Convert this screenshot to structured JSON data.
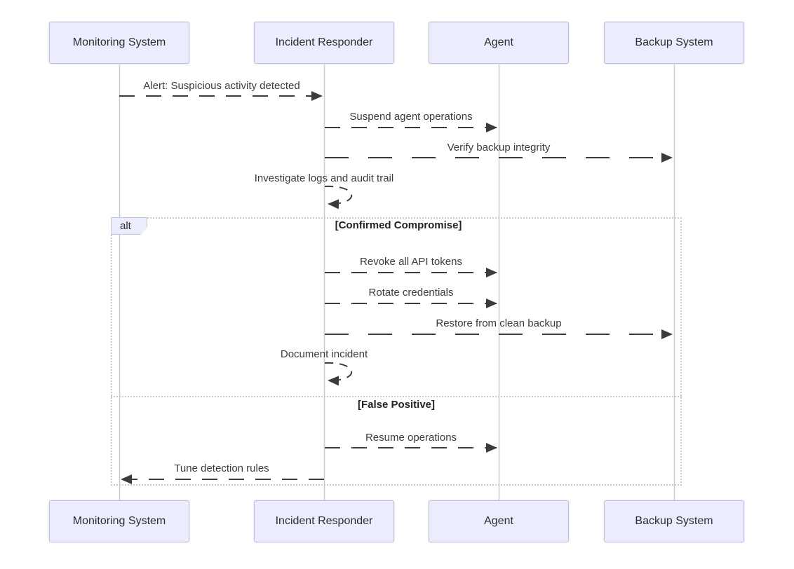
{
  "diagram": {
    "type": "sequence",
    "actors": [
      "Monitoring System",
      "Incident Responder",
      "Agent",
      "Backup System"
    ],
    "alt_block": {
      "keyword": "alt",
      "sections": [
        "[Confirmed Compromise]",
        "[False Positive]"
      ]
    },
    "messages": [
      {
        "label": "Alert: Suspicious activity detected",
        "from": "Monitoring System",
        "to": "Incident Responder",
        "line": "dashed",
        "kind": "arrow"
      },
      {
        "label": "Suspend agent operations",
        "from": "Incident Responder",
        "to": "Agent",
        "line": "dashed",
        "kind": "arrow"
      },
      {
        "label": "Verify backup integrity",
        "from": "Incident Responder",
        "to": "Backup System",
        "line": "dashed",
        "kind": "arrow"
      },
      {
        "label": "Investigate logs and audit trail",
        "from": "Incident Responder",
        "to": "Incident Responder",
        "line": "dashed",
        "kind": "self-loop"
      },
      {
        "label": "Revoke all API tokens",
        "from": "Incident Responder",
        "to": "Agent",
        "line": "dashed",
        "kind": "arrow",
        "section": "[Confirmed Compromise]"
      },
      {
        "label": "Rotate credentials",
        "from": "Incident Responder",
        "to": "Agent",
        "line": "dashed",
        "kind": "arrow",
        "section": "[Confirmed Compromise]"
      },
      {
        "label": "Restore from clean backup",
        "from": "Incident Responder",
        "to": "Backup System",
        "line": "dashed",
        "kind": "arrow",
        "section": "[Confirmed Compromise]"
      },
      {
        "label": "Document incident",
        "from": "Incident Responder",
        "to": "Incident Responder",
        "line": "dashed",
        "kind": "self-loop",
        "section": "[Confirmed Compromise]"
      },
      {
        "label": "Resume operations",
        "from": "Incident Responder",
        "to": "Agent",
        "line": "dashed",
        "kind": "arrow",
        "section": "[False Positive]"
      },
      {
        "label": "Tune detection rules",
        "from": "Incident Responder",
        "to": "Monitoring System",
        "line": "dashed",
        "kind": "arrow",
        "section": "[False Positive]"
      }
    ]
  },
  "colors": {
    "actor_fill": "#ECECFF",
    "actor_border": "#bfbfdc",
    "lifeline": "#cacad8",
    "frame_border": "#c9c9d6",
    "message": "#3b3b3b",
    "background": "#ffffff"
  }
}
